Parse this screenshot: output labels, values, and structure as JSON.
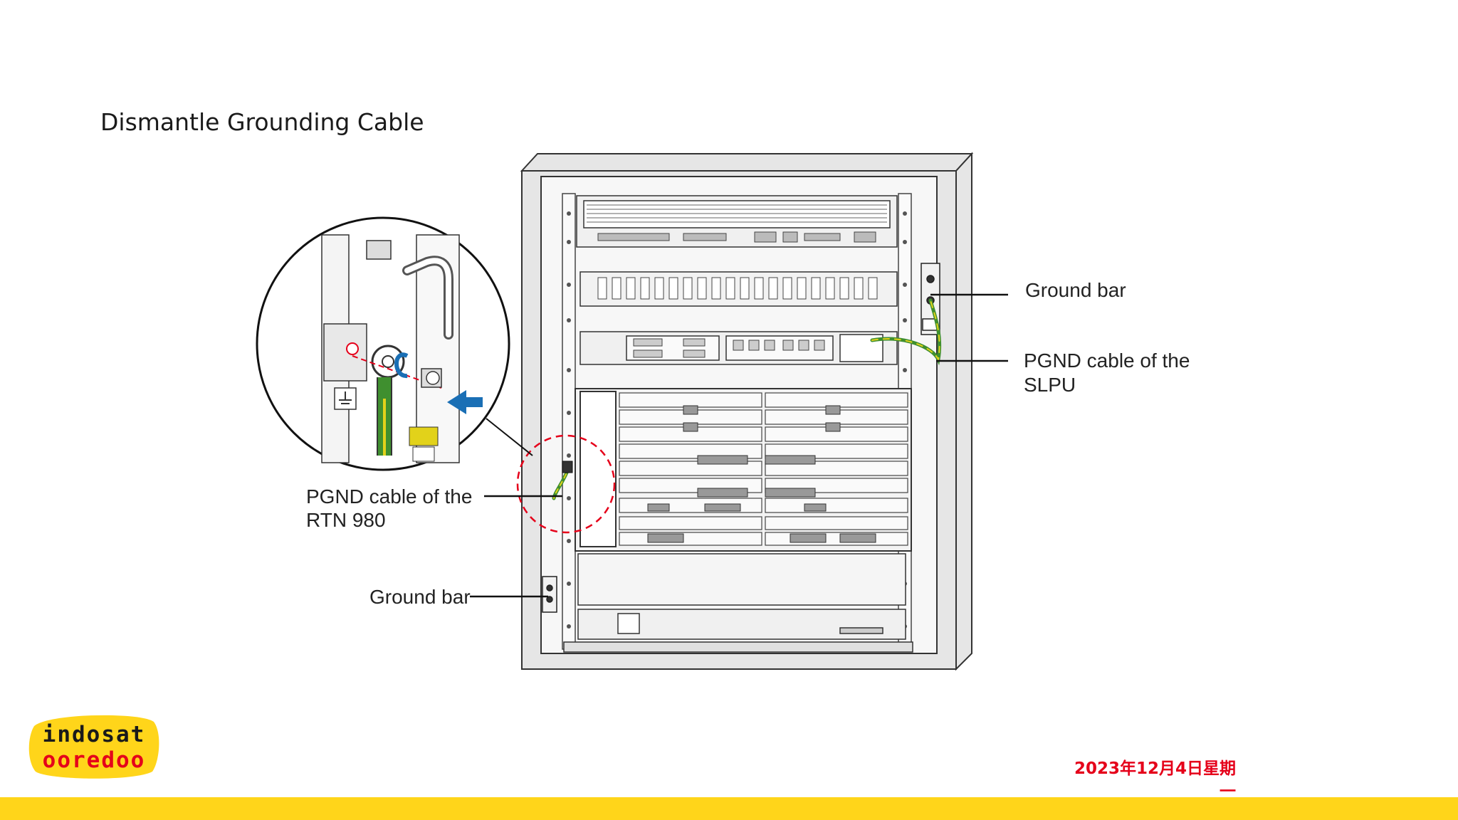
{
  "slide": {
    "title": "Dismantle Grounding Cable",
    "date_line1": "2023年12月4日星期",
    "date_line2": "一"
  },
  "callouts": {
    "ground_bar_top": "Ground bar",
    "pgnd_slpu_line1": "PGND cable of the",
    "pgnd_slpu_line2": "SLPU",
    "pgnd_rtn_line1": "PGND cable of the",
    "pgnd_rtn_line2": "RTN 980",
    "ground_bar_bottom": "Ground bar"
  },
  "logo": {
    "line1": "indosat",
    "line2": "ooredoo"
  },
  "colors": {
    "brand_yellow": "#ffd51a",
    "brand_red": "#e5001a",
    "callout_blue": "#1a6fb5",
    "cable_green": "#3f8f2f",
    "cable_yellow": "#e2d21a"
  }
}
